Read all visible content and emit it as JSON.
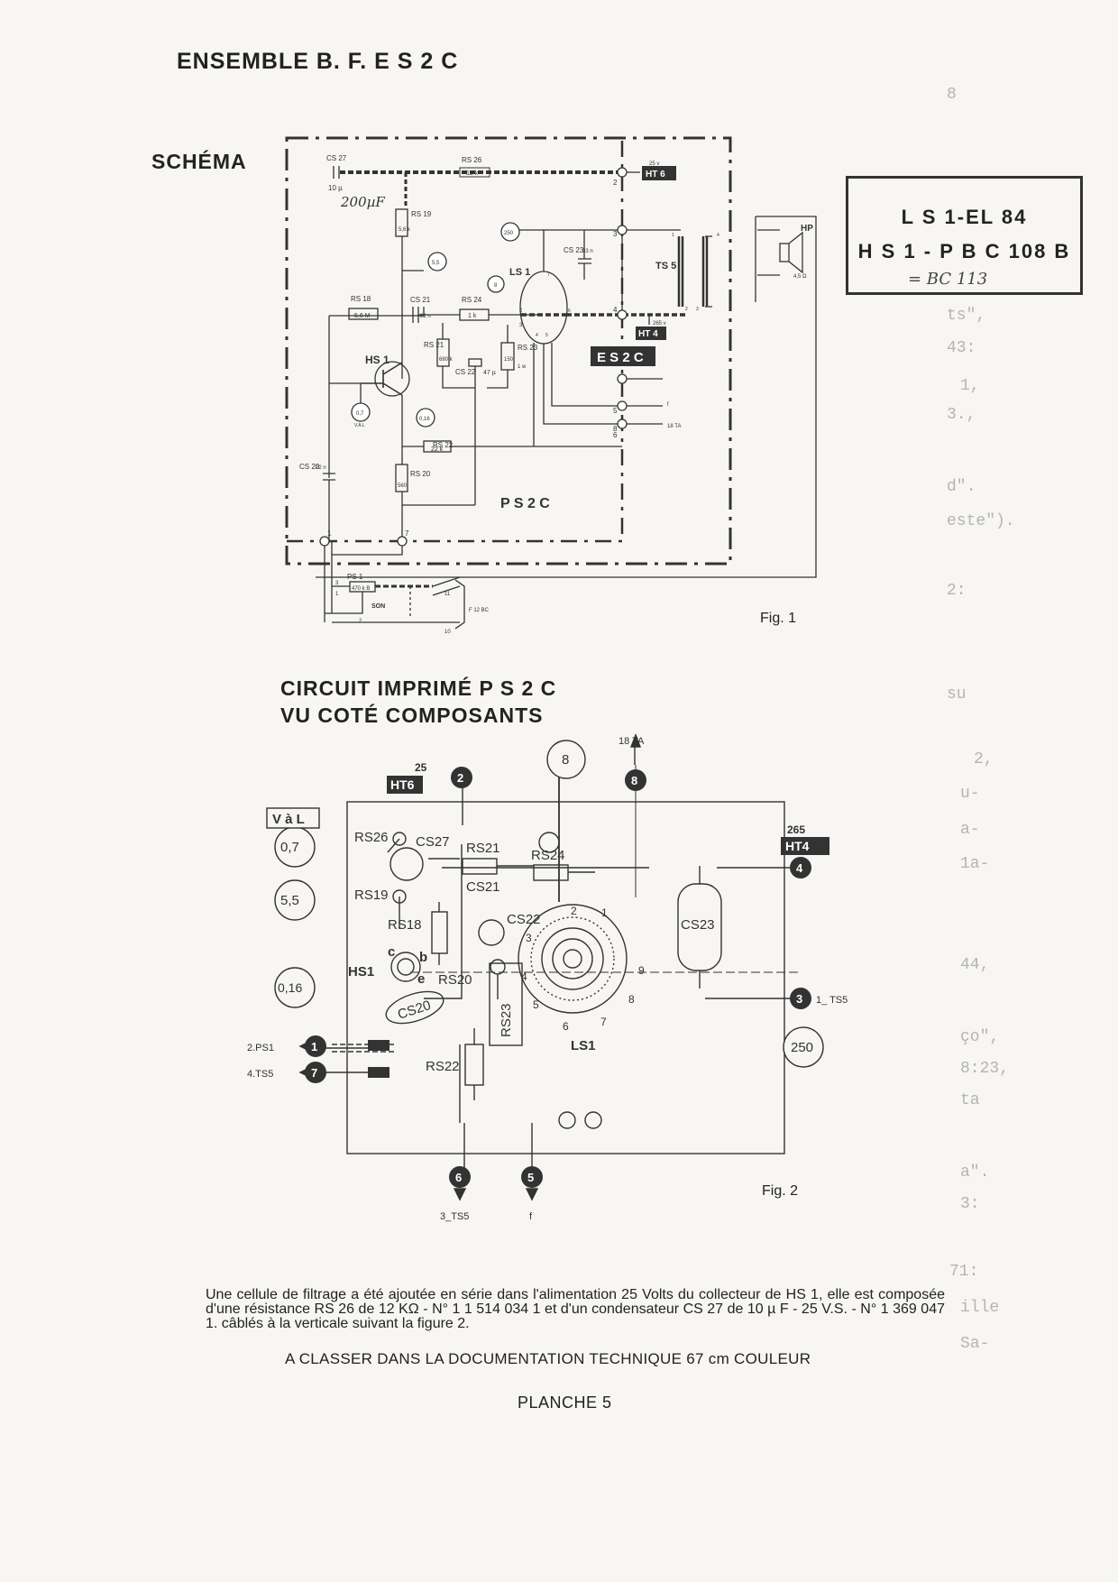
{
  "title": "ENSEMBLE B. F. E S 2 C",
  "schema_label": "SCHÉMA",
  "tube_box": {
    "line1": "L S 1-EL 84",
    "line2": "H S 1 - P B C 108 B",
    "handwritten": "= BC 113"
  },
  "schematic": {
    "components": {
      "cs27": "CS 27",
      "cs27_val": "10 µ",
      "cs27_hand": "200µF",
      "rs26": "RS 26",
      "rs26_val": "12 k",
      "rs19": "RS 19",
      "rs19_val": "5,6 k",
      "rs18": "RS 18",
      "rs18_val": "5,6 M",
      "cs21": "CS 21",
      "cs21_val": "22 n",
      "rs24": "RS 24",
      "rs24_val": "1 k",
      "rs21": "RS 21",
      "rs21_val": "680 k",
      "cs22": "CS 22",
      "cs22_val": "47 µ",
      "rs23": "RS 23",
      "rs23_val": "150",
      "rs23_watt": "1 w",
      "cs23": "CS 23",
      "cs23_val": "33 n",
      "rs22": "RS 22",
      "rs22_val": "22 k",
      "rs20": "RS 20",
      "rs20_val": "560",
      "cs20": "CS 20",
      "cs20_val": "22 n",
      "ps1": "PS 1",
      "ps1_val": "470 k B",
      "hs1": "HS 1",
      "ls1": "LS 1",
      "ts5": "TS 5",
      "hp": "HP",
      "hp_val": "4,5 Ω"
    },
    "labels": {
      "ht6": "HT 6",
      "ht6_v": "25 v",
      "ht4": "HT 4",
      "ht4_v": "265 v",
      "es2c": "E S 2 C",
      "ps2c": "P S 2 C",
      "son": "SON",
      "f12bc": "F 12 BC",
      "tp250": "250",
      "tp55": "5,5",
      "tp8": "8",
      "tp07": "0,7",
      "tp016": "0,16",
      "val": "V.À.L",
      "out_f": "f",
      "out_18ta": "18 TA"
    },
    "pins": {
      "p2": "2",
      "p3": "3",
      "p4": "4",
      "p5": "5",
      "p6": "6",
      "p7": "7",
      "p8": "8",
      "p1": "1",
      "ps1_1": "1",
      "ps1_2": "2",
      "ps1_3": "3",
      "f_11": "11",
      "f_10": "10",
      "t1": "1",
      "t2": "2",
      "t3": "3",
      "t4": "4",
      "t5": "5",
      "t6": "6",
      "t7": "7",
      "t8": "8"
    }
  },
  "fig1": "Fig. 1",
  "pcb_title_1": "CIRCUIT IMPRIMÉ P S 2 C",
  "pcb_title_2": "VU COTÉ COMPOSANTS",
  "pcb": {
    "rs26": "RS26",
    "cs27": "CS27",
    "rs21": "RS21",
    "rs24": "RS24",
    "rs19": "RS19",
    "cs21": "CS21",
    "rs18": "RS18",
    "cs22": "CS22",
    "cs23": "CS23",
    "hs1": "HS1",
    "rs20": "RS20",
    "rs23": "RS23",
    "cs20": "CS20",
    "rs22": "RS22",
    "ls1": "LS1",
    "c": "c",
    "b": "b",
    "e": "e",
    "pin1": "1",
    "pin2": "2",
    "pin3": "3",
    "pin4": "4",
    "pin5": "5",
    "pin6": "6",
    "pin7": "7",
    "pin8": "8",
    "pin9": "9",
    "val": "V à L",
    "tp07": "0,7",
    "tp55": "5,5",
    "tp016": "0,16",
    "tp8": "8",
    "tp250": "250",
    "ht6": "HT6",
    "ht6_v": "25",
    "ht4": "HT4",
    "ht4_v": "265",
    "ta18": "18 TA",
    "c2": "2",
    "c8": "8",
    "c4": "4",
    "c3": "3",
    "c1": "1",
    "c7": "7",
    "c6": "6",
    "c5": "5",
    "to_ts5_1": "1_ TS5",
    "from_ps1": "2.PS1",
    "from_ts5": "4.TS5",
    "to_ts5_3": "3_TS5",
    "to_f": "f"
  },
  "fig2": "Fig. 2",
  "note": "Une cellule de filtrage a été ajoutée en série dans l'alimentation 25 Volts du collecteur de HS 1, elle est composée d'une résistance RS 26 de 12 KΩ - N° 1 1 514 034 1 et d'un condensateur CS 27 de 10 µ F - 25 V.S. - N° 1 369 047 1. câblés à la verticale suivant la figure 2.",
  "classer": "A CLASSER DANS LA DOCUMENTATION TECHNIQUE 67 cm COULEUR",
  "planche": "PLANCHE 5",
  "margin_notes": [
    "8",
    "ts\",",
    "43:",
    "1,",
    "3.,",
    "d\".",
    "este\").",
    "2:",
    "su",
    "2,",
    "u-",
    "a-",
    "1a-",
    "44,",
    "ço\",",
    "8:23,",
    "ta",
    "a\".",
    "3:",
    "71:",
    "ille",
    "Sa-"
  ]
}
